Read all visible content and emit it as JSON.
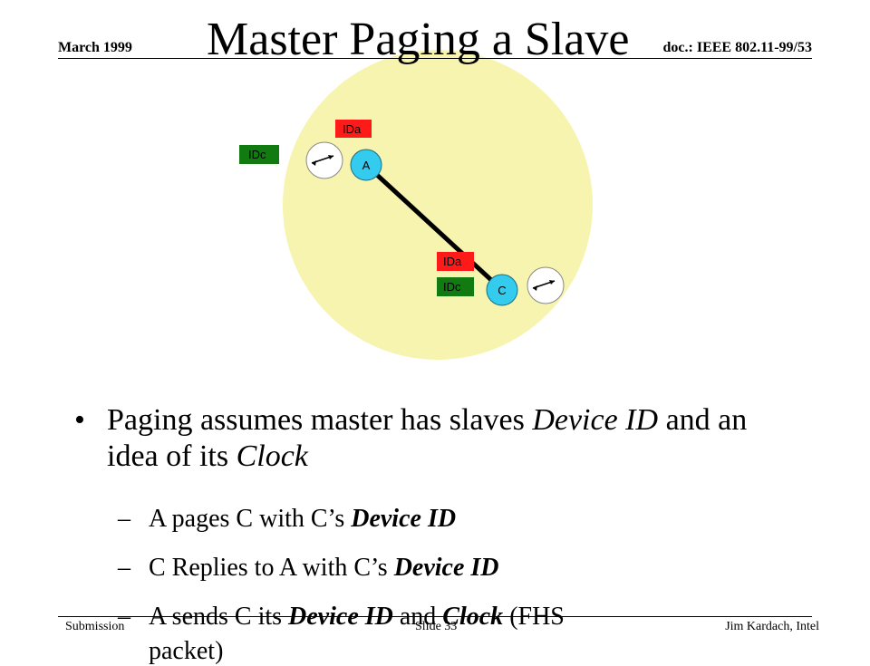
{
  "header": {
    "date": "March 1999",
    "doc": "doc.: IEEE 802.11-99/53"
  },
  "title": "Master Paging a Slave",
  "diagram": {
    "piconet_color": "#f7f4b0",
    "nodes": [
      {
        "label": "A"
      },
      {
        "label": "C"
      }
    ],
    "tags": [
      {
        "label": "IDa",
        "color": "#ff1a1a"
      },
      {
        "label": "IDc",
        "color": "#117a11"
      },
      {
        "label": "IDa",
        "color": "#ff1a1a"
      },
      {
        "label": "IDc",
        "color": "#117a11"
      }
    ],
    "node_color": "#33ccee"
  },
  "bullets": {
    "main_symbol": "•",
    "main_parts": [
      {
        "text": "Paging assumes master has slaves ",
        "style": "normal"
      },
      {
        "text": "Device ID",
        "style": "italic"
      },
      {
        "text": " and an idea of its ",
        "style": "normal"
      },
      {
        "text": "Clock",
        "style": "italic"
      }
    ],
    "sub_dash": "–",
    "subs": [
      [
        {
          "text": "A pages C with C’s ",
          "style": "normal"
        },
        {
          "text": "Device ID",
          "style": "bolditalic"
        }
      ],
      [
        {
          "text": "C Replies to A with C’s ",
          "style": "normal"
        },
        {
          "text": "Device ID",
          "style": "bolditalic"
        }
      ],
      [
        {
          "text": "A sends C its ",
          "style": "normal"
        },
        {
          "text": "Device ID",
          "style": "bolditalic"
        },
        {
          "text": " and ",
          "style": "normal"
        },
        {
          "text": "Clock",
          "style": "bolditalic"
        },
        {
          "text": " (FHS",
          "style": "normal"
        }
      ]
    ],
    "overflow_text": "packet)"
  },
  "footer": {
    "left": "Submission",
    "center": "Slide 33",
    "right": "Jim Kardach, Intel"
  }
}
